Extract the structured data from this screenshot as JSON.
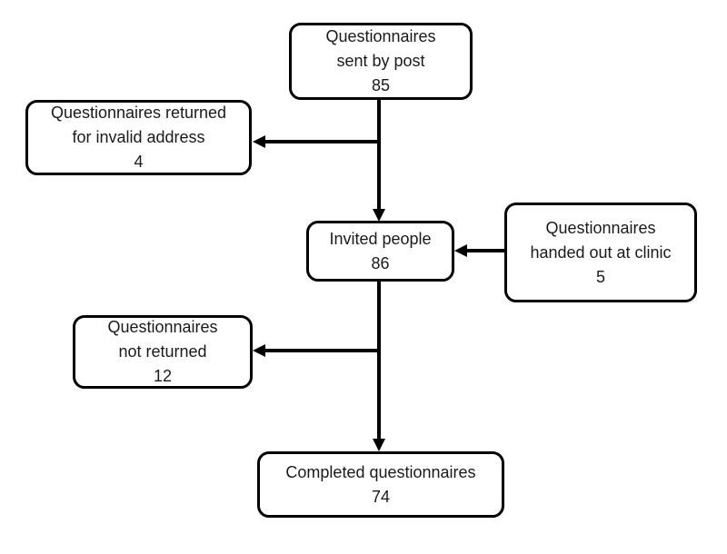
{
  "diagram": {
    "type": "flowchart",
    "colors": {
      "stroke": "#000000",
      "background": "#ffffff",
      "text": "#1a1a1a"
    },
    "nodes": [
      {
        "id": "sent",
        "text": "Questionnaires\nsent by post",
        "count": "85"
      },
      {
        "id": "invalid",
        "text": "Questionnaires returned\nfor invalid address",
        "count": "4"
      },
      {
        "id": "invited",
        "text": "Invited people",
        "count": "86"
      },
      {
        "id": "clinic",
        "text": "Questionnaires\nhanded out at clinic",
        "count": "5"
      },
      {
        "id": "notreturned",
        "text": "Questionnaires\nnot returned",
        "count": "12"
      },
      {
        "id": "completed",
        "text": "Completed questionnaires",
        "count": "74"
      }
    ],
    "edges": [
      {
        "from": "sent",
        "to": "invited"
      },
      {
        "from": "sent",
        "to": "invalid"
      },
      {
        "from": "clinic",
        "to": "invited"
      },
      {
        "from": "invited",
        "to": "completed"
      },
      {
        "from": "invited",
        "to": "notreturned"
      }
    ]
  }
}
